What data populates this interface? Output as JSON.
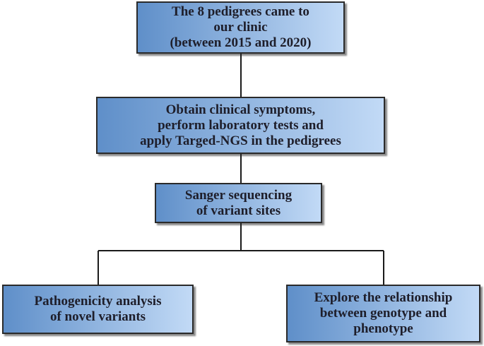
{
  "nodes": [
    {
      "id": "start",
      "lines": [
        "The 8 pedigrees came to",
        "our clinic",
        "(between 2015 and 2020)"
      ]
    },
    {
      "id": "clinical",
      "lines": [
        "Obtain clinical symptoms,",
        "perform laboratory tests and",
        "apply Targed-NGS in the pedigrees"
      ]
    },
    {
      "id": "sanger",
      "lines": [
        "Sanger sequencing",
        "of variant sites"
      ]
    },
    {
      "id": "pathogenicity",
      "lines": [
        "Pathogenicity analysis",
        "of novel variants"
      ]
    },
    {
      "id": "genotype-phenotype",
      "lines": [
        "Explore the relationship",
        "between genotype and",
        "phenotype"
      ]
    }
  ],
  "colors": {
    "box_fill_start": "#5f8fc9",
    "box_fill_end": "#c2daf6",
    "border": "#2a2a2a",
    "text": "#1e1e2a",
    "connector": "#1a1a1a"
  }
}
